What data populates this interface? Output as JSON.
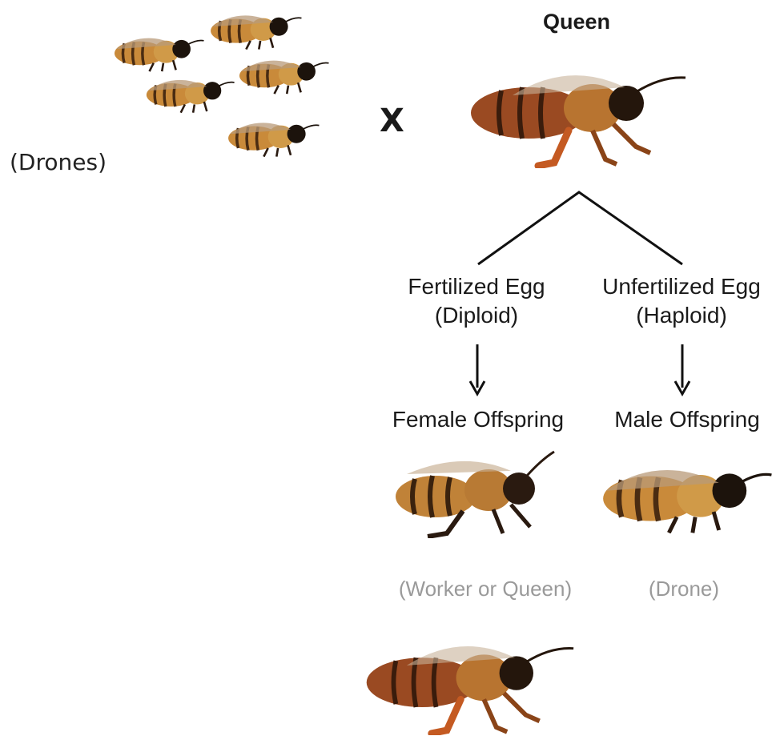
{
  "diagram": {
    "top_title": "Queen",
    "cross_symbol": "X",
    "drones_label": "(Drones)",
    "branches": [
      {
        "egg_line1": "Fertilized Egg",
        "egg_line2": "(Diploid)",
        "offspring": "Female Offspring",
        "caste": "(Worker or Queen)"
      },
      {
        "egg_line1": "Unfertilized Egg",
        "egg_line2": "(Haploid)",
        "offspring": "Male Offspring",
        "caste": "(Drone)"
      }
    ]
  },
  "icons": {
    "drone": "drone-bee-icon",
    "queen": "queen-bee-icon",
    "worker": "worker-bee-icon"
  },
  "colors": {
    "text": "#1a1a1a",
    "caste_text": "#9a9a9a",
    "line": "#111111",
    "bee_gold": "#c98a3a",
    "bee_dark": "#2a1a10",
    "queen_abdomen": "#9a4a22"
  }
}
